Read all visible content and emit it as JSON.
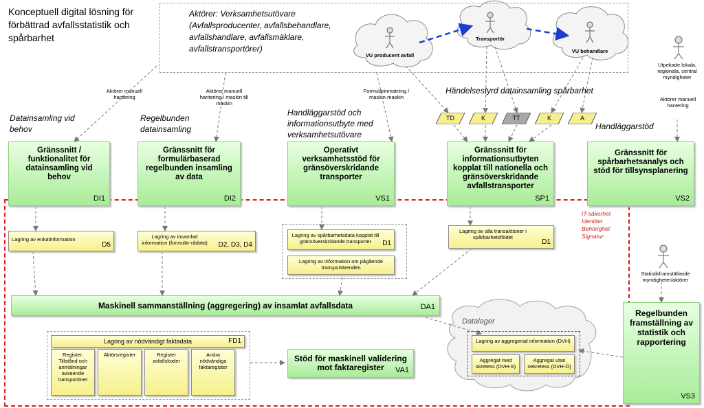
{
  "title": "Konceptuell digital lösning för förbättrad avfallsstatistik och spårbarhet",
  "actors_box": {
    "text": "Aktörer: Verksamhetsutövare (Avfallsproducenter, avfallsbehandlare, avfallshandlare, avfallsmäklare, avfallstransportörer)",
    "producer_label": "VU producent avfall",
    "transporter_label": "Transportör",
    "processor_label": "VU behandlare"
  },
  "authority_actor": {
    "label": "Utpekade lokala, regionala, central myndigheter",
    "manual": "Aktörer manuell hantering"
  },
  "stat_actor": {
    "label": "Statistikframställande myndigheter/aktörer"
  },
  "annotations": {
    "di1_manual": "Aktörer manuell hantering",
    "di2_manual": "Aktörer manuell hantering / maskin till maskin",
    "vs1_input": "Formulärinmatning / maskin-maskin"
  },
  "section_labels": {
    "datainsamling": "Datainsamling vid behov",
    "regelbunden": "Regelbunden datainsamling",
    "handlaggarstod_vs": "Handläggarstöd och informationsutbyte med verksamhetsutövare",
    "handelsestyrd": "Händelsestyrd datainsamling spårbarhet",
    "handlaggarstod": "Handläggarstöd"
  },
  "tags": [
    "TD",
    "K",
    "TT",
    "K",
    "A"
  ],
  "green_boxes": {
    "di1": {
      "title": "Gränssnitt / funktionalitet för datainsamling vid behov",
      "code": "DI1"
    },
    "di2": {
      "title": "Gränssnitt för formulärbaserad regelbunden insamling av data",
      "code": "DI2"
    },
    "vs1": {
      "title": "Operativt verksamhetsstöd för gränsöverskridande transporter",
      "code": "VS1"
    },
    "sp1": {
      "title": "Gränssnitt för informationsutbyten kopplat till nationella och gränsöverskridande avfallstransporter",
      "code": "SP1"
    },
    "vs2": {
      "title": "Gränssnitt för spårbarhetsanalys och stöd för tillsynsplanering",
      "code": "VS2"
    },
    "da1": {
      "title": "Maskinell sammanställning (aggregering) av insamlat avfallsdata",
      "code": "DA1"
    },
    "va1": {
      "title": "Stöd för maskinell validering mot faktaregister",
      "code": "VA1"
    },
    "vs3": {
      "title": "Regelbunden framställning av statistik och rapportering",
      "code": "VS3"
    }
  },
  "yellow_boxes": {
    "d5": {
      "text": "Lagring av enkätinformation",
      "code": "D5"
    },
    "d2": {
      "text": "Lagring av insamlad information (formulär-rådata)",
      "code": "D2, D3, D4"
    },
    "vs_d1": {
      "text": "Lagring av spårbarhetsdata kopplat till gränsöverskridande transporter",
      "code": "D1"
    },
    "vs_pagaende": {
      "text": "Lagring av information om pågående transportärenden"
    },
    "sp_d1": {
      "text": "Lagring av alla transaktioner i spårbarhetsflödet",
      "code": "D1"
    },
    "fd1": {
      "text": "Lagring av nödvändigt faktadata",
      "code": "FD1"
    },
    "reg1": {
      "text": "Register: Tillstånd och anmälningar avseende transportörer"
    },
    "reg2": {
      "text": "Aktörsregister"
    },
    "reg3": {
      "text": "Register avfallskoder"
    },
    "reg4": {
      "text": "Andra nödvändiga faktaregister"
    },
    "dvh": {
      "text": "Lagring av aggregerad information (DVH)"
    },
    "dvh_s": {
      "text": "Aggregat med skretess (DVH-S)"
    },
    "dvh_o": {
      "text": "Aggregat utan sekretess (DVH-Ö)"
    }
  },
  "security": [
    "IT-säkerhet",
    "Identitet",
    "Behörighet",
    "Signatur"
  ],
  "datalager": "Datalager"
}
